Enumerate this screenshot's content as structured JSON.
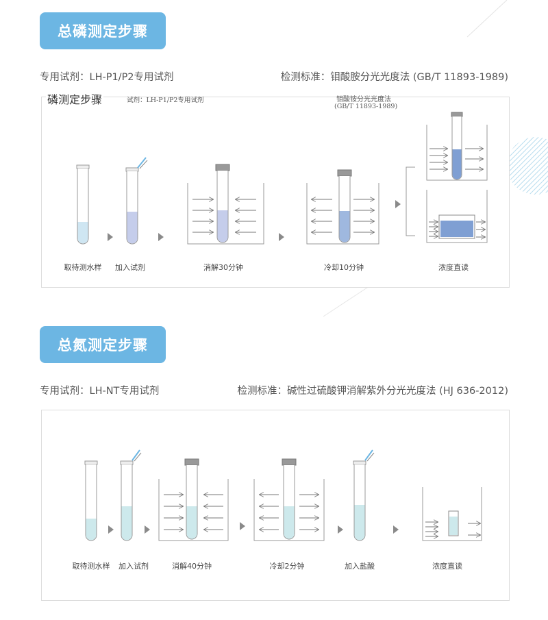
{
  "phosphorus": {
    "title": "总磷测定步骤",
    "reagent": "专用试剂：LH-P1/P2专用试剂",
    "standard": "检测标准：钼酸胺分光光度法 (GB/T  11893-1989)",
    "overlay_title": "磷测定步骤",
    "overlay_reagent": "试剂：LH-P1/P2专用试剂",
    "overlay_method": "钼酸铵分光光度法",
    "overlay_standard": "(GB/T  11893-1989)",
    "steps": [
      "取待测水样",
      "加入试剂",
      "消解30分钟",
      "冷却10分钟",
      "浓度直读"
    ]
  },
  "nitrogen": {
    "title": "总氮测定步骤",
    "reagent": "专用试剂：LH-NT专用试剂",
    "standard": "检测标准：碱性过硫酸钾消解紫外分光光度法 (HJ  636-2012)",
    "steps": [
      "取待测水样",
      "加入试剂",
      "消解40分钟",
      "冷却2分钟",
      "加入盐酸",
      "浓度直读"
    ]
  },
  "colors": {
    "accent": "#6cb6e3",
    "liquid_light_blue": "#cfe6f2",
    "liquid_lavender": "#c5cdeb",
    "liquid_blue": "#9fb8df",
    "liquid_teal": "#cde9ec"
  }
}
